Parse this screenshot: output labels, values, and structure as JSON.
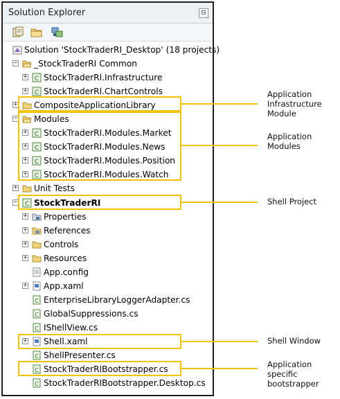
{
  "panel": {
    "title": "Solution Explorer",
    "pin_glyph": "⊟"
  },
  "toolbar": {
    "buttons": [
      "properties-icon",
      "show-all-files-icon",
      "refresh-icon"
    ]
  },
  "tree": {
    "solution": "Solution 'StockTraderRI_Desktop' (18 projects)",
    "common_folder": "_StockTraderRI Common",
    "infrastructure": "StockTraderRI.Infrastructure",
    "chart_controls": "StockTraderRI.ChartControls",
    "composite_lib": "CompositeApplicationLibrary",
    "modules_folder": "Modules",
    "module_market": "StockTraderRI.Modules.Market",
    "module_news": "StockTraderRI.Modules.News",
    "module_position": "StockTraderRI.Modules.Position",
    "module_watch": "StockTraderRI.Modules.Watch",
    "unit_tests": "Unit Tests",
    "shell_project": "StockTraderRI",
    "properties": "Properties",
    "references": "References",
    "controls": "Controls",
    "resources": "Resources",
    "app_config": "App.config",
    "app_xaml": "App.xaml",
    "logger_adapter": "EnterpriseLibraryLoggerAdapter.cs",
    "global_suppressions": "GlobalSuppressions.cs",
    "ishell_view": "IShellView.cs",
    "shell_xaml": "Shell.xaml",
    "shell_presenter": "ShellPresenter.cs",
    "bootstrapper": "StockTraderRIBootstrapper.cs",
    "bootstrapper_desktop": "StockTraderRIBootstrapper.Desktop.cs"
  },
  "callouts": {
    "infra_line1": "Application",
    "infra_line2": "Infrastructure",
    "infra_line3": "Module",
    "modules_line1": "Application",
    "modules_line2": "Modules",
    "shell_project": "Shell Project",
    "shell_window": "Shell Window",
    "bootstrapper_line1": "Application specific",
    "bootstrapper_line2": "bootstrapper"
  },
  "colors": {
    "highlight": "#f2c300",
    "border": "#1f1f1f"
  }
}
